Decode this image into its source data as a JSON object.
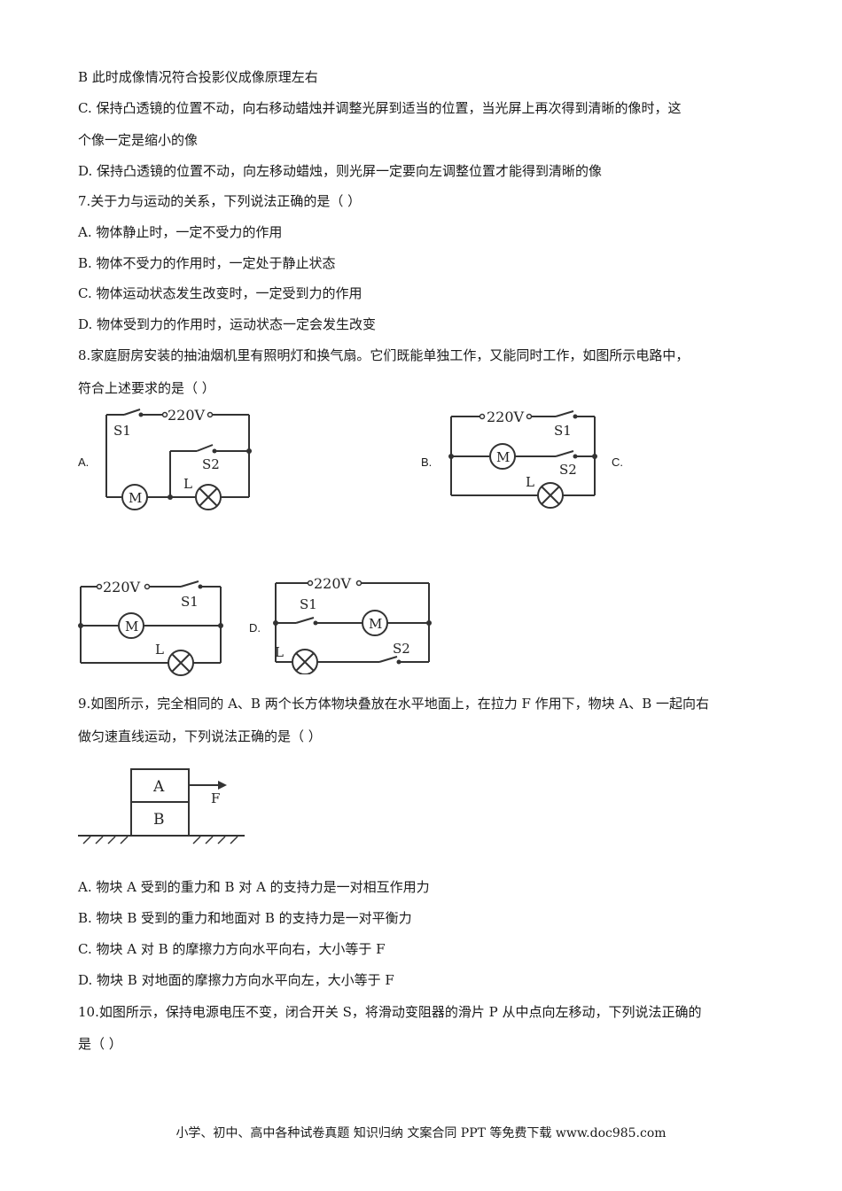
{
  "lines": {
    "q6b": "B  此时成像情况符合投影仪成像原理左右",
    "q6c1": "C.  保持凸透镜的位置不动，向右移动蜡烛并调整光屏到适当的位置，当光屏上再次得到清晰的像时，这",
    "q6c2": "个像一定是缩小的像",
    "q6d": "D.  保持凸透镜的位置不动，向左移动蜡烛，则光屏一定要向左调整位置才能得到清晰的像",
    "q7": "7.关于力与运动的关系，下列说法正确的是（    ）",
    "q7a": "A.  物体静止时，一定不受力的作用",
    "q7b": "B.  物体不受力的作用时，一定处于静止状态",
    "q7c": "C.  物体运动状态发生改变时，一定受到力的作用",
    "q7d": "D.  物体受到力的作用时，运动状态一定会发生改变",
    "q8a": "8.家庭厨房安装的抽油烟机里有照明灯和换气扇。它们既能单独工作，又能同时工作，如图所示电路中，",
    "q8b": "符合上述要求的是（    ）",
    "q9a": "9.如图所示，完全相同的 A、B 两个长方体物块叠放在水平地面上，在拉力 F 作用下，物块 A、B 一起向右",
    "q9b": "做匀速直线运动，下列说法正确的是（    ）",
    "q9oa": "A. 物块 A 受到的重力和 B 对 A 的支持力是一对相互作用力",
    "q9ob": "B. 物块 B 受到的重力和地面对 B 的支持力是一对平衡力",
    "q9oc": "C. 物块 A 对 B 的摩擦力方向水平向右，大小等于 F",
    "q9od": "D. 物块 B 对地面的摩擦力方向水平向左，大小等于 F",
    "q10a": "10.如图所示，保持电源电压不变，闭合开关 S，将滑动变阻器的滑片 P 从中点向左移动，下列说法正确的",
    "q10b": "是（    ）"
  },
  "option_labels": {
    "a": "A.",
    "b": "B.",
    "c": "C.",
    "d": "D."
  },
  "circuit_labels": {
    "voltage": "220V",
    "s1": "S1",
    "s2": "S2",
    "motor": "M",
    "lamp": "L"
  },
  "block_labels": {
    "top": "A",
    "bottom": "B",
    "force": "F"
  },
  "footer": "小学、初中、高中各种试卷真题 知识归纳 文案合同 PPT 等免费下载   www.doc985.com"
}
